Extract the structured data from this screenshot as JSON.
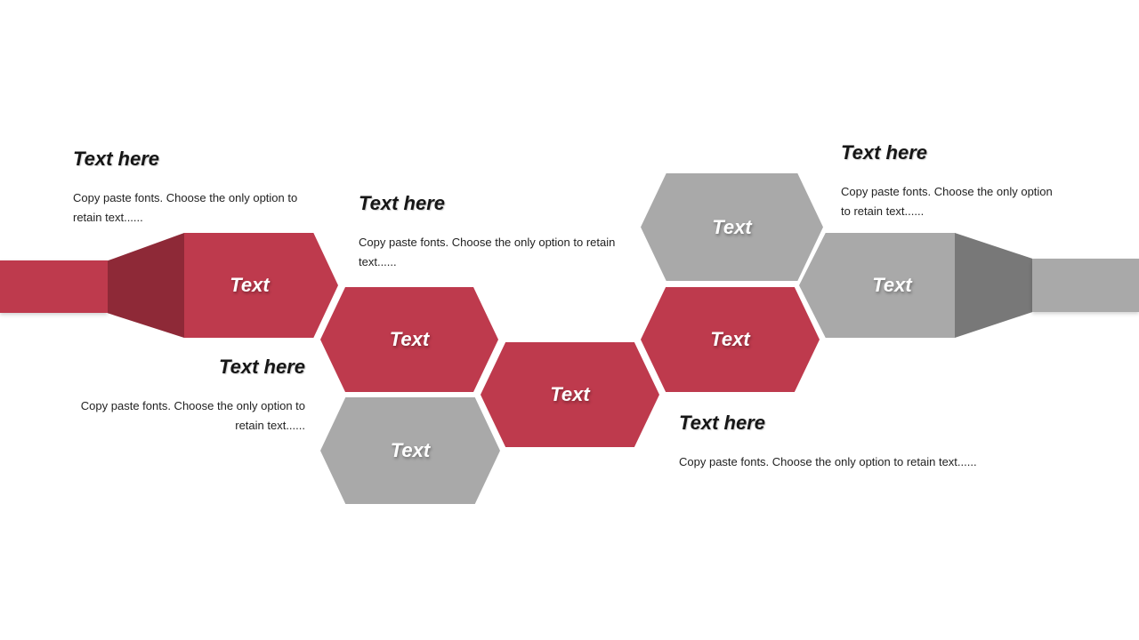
{
  "slide": {
    "type": "hexagon-process-flow",
    "background": "#ffffff"
  },
  "colors": {
    "red": "#BE3A4D",
    "dark_red": "#8E2937",
    "gray": "#A9A9A9",
    "dark_gray": "#787878",
    "heading_color": "#161616",
    "body_color": "#222222",
    "shape_label_color": "#ffffff"
  },
  "shapes": {
    "left_pentagon": {
      "label": "Text",
      "color": "#BE3A4D"
    },
    "hex_1": {
      "label": "Text",
      "color": "#BE3A4D"
    },
    "hex_2": {
      "label": "Text",
      "color": "#A9A9A9"
    },
    "hex_center": {
      "label": "Text",
      "color": "#BE3A4D"
    },
    "hex_3": {
      "label": "Text",
      "color": "#BE3A4D"
    },
    "hex_4": {
      "label": "Text",
      "color": "#A9A9A9"
    },
    "right_pentagon": {
      "label": "Text",
      "color": "#A9A9A9"
    }
  },
  "text_blocks": [
    {
      "id": "top-left",
      "heading": "Text here",
      "lines": [
        "Copy paste fonts. Choose the only option to",
        "retain text......"
      ]
    },
    {
      "id": "mid-left",
      "heading": "Text here",
      "lines": [
        "Copy paste fonts. Choose the only option to retain",
        "text......"
      ]
    },
    {
      "id": "bottom-left",
      "heading": "Text here",
      "lines": [
        "Copy paste fonts. Choose the only option to",
        "retain text......"
      ]
    },
    {
      "id": "top-right",
      "heading": "Text here",
      "lines": [
        "Copy paste fonts. Choose the only option",
        "to retain text......"
      ]
    },
    {
      "id": "bottom-right",
      "heading": "Text here",
      "lines": [
        "Copy paste fonts. Choose the only option to retain text......"
      ]
    }
  ]
}
